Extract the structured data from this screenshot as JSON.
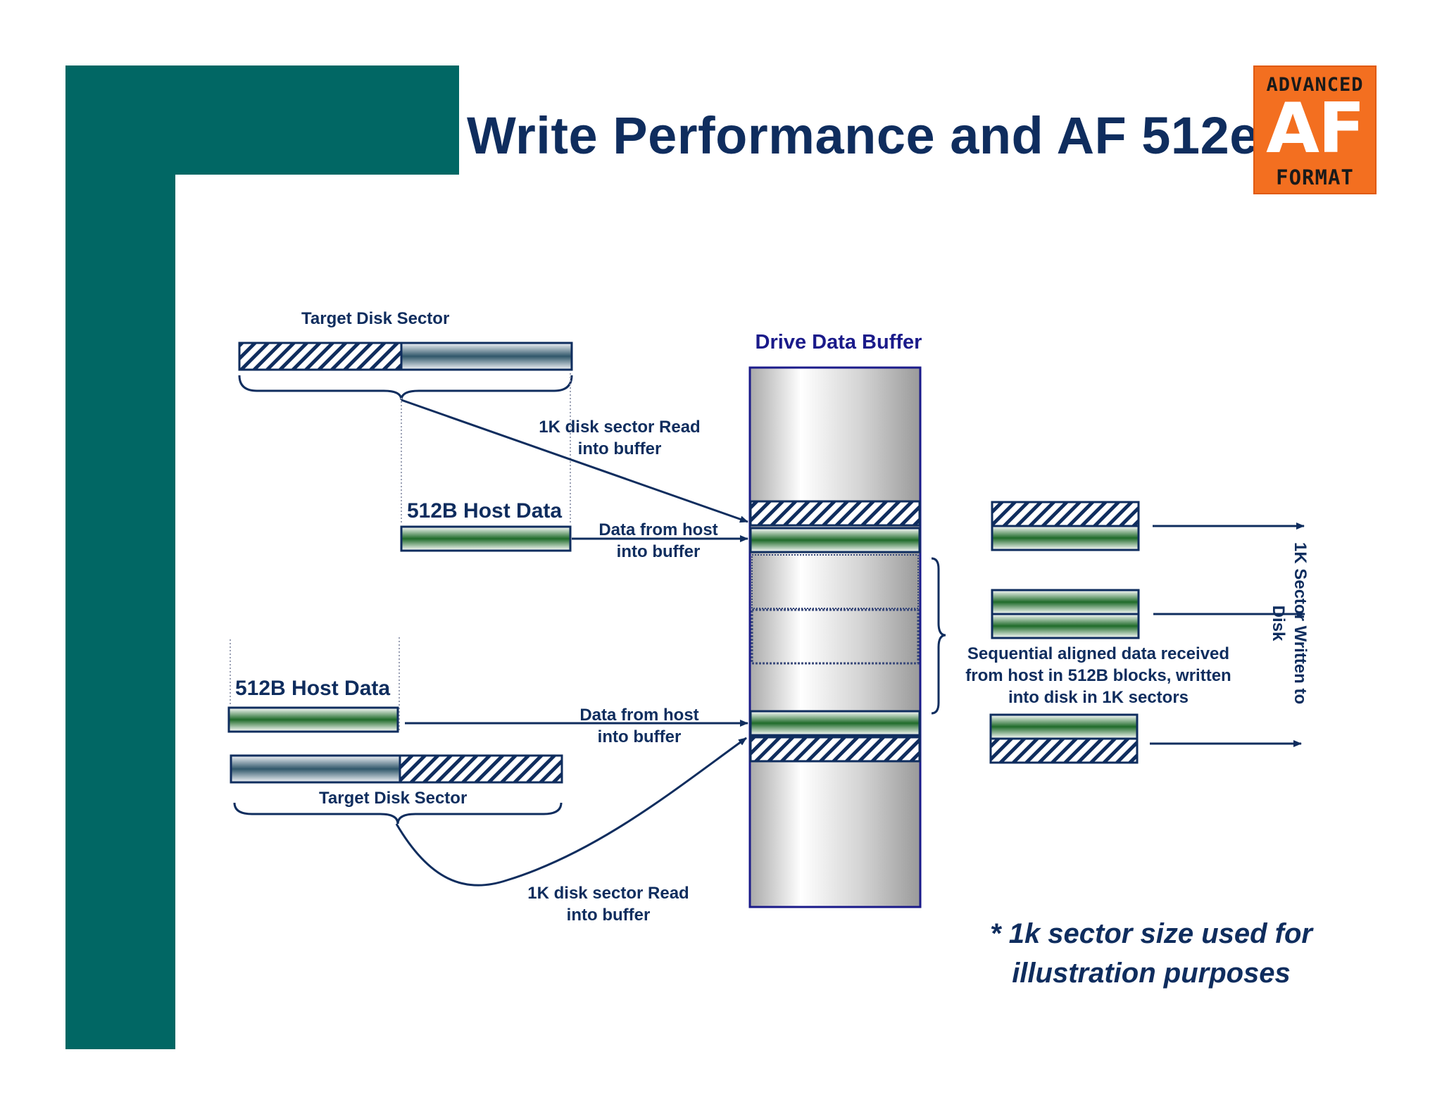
{
  "title": "Write Performance and AF 512e",
  "logo": {
    "top": "ADVANCED",
    "middle": "AF",
    "bottom": "FORMAT"
  },
  "labels": {
    "target_sector_top": "Target Disk Sector",
    "host_data_top": "512B Host Data",
    "read_into_buffer_top": [
      "1K disk sector Read",
      "into buffer"
    ],
    "data_from_host_top": [
      "Data from host",
      "into buffer"
    ],
    "buffer_title": "Drive Data Buffer",
    "host_data_bottom": "512B Host Data",
    "data_from_host_bottom": [
      "Data from host",
      "into buffer"
    ],
    "target_sector_bottom": "Target Disk Sector",
    "read_into_buffer_bottom": [
      "1K disk sector Read",
      "into buffer"
    ],
    "sequential_note": [
      "Sequential aligned data received",
      "from host in 512B blocks, written",
      "into disk in 1K sectors"
    ],
    "written_to_disk": [
      "1K Sector Written to",
      "Disk"
    ],
    "footnote": [
      "* 1k sector size used for",
      "illustration purposes"
    ]
  },
  "colors": {
    "teal": "#016764",
    "navy": "#0f2d5e",
    "orange": "#f36f20",
    "green": "#1f6b2a"
  }
}
